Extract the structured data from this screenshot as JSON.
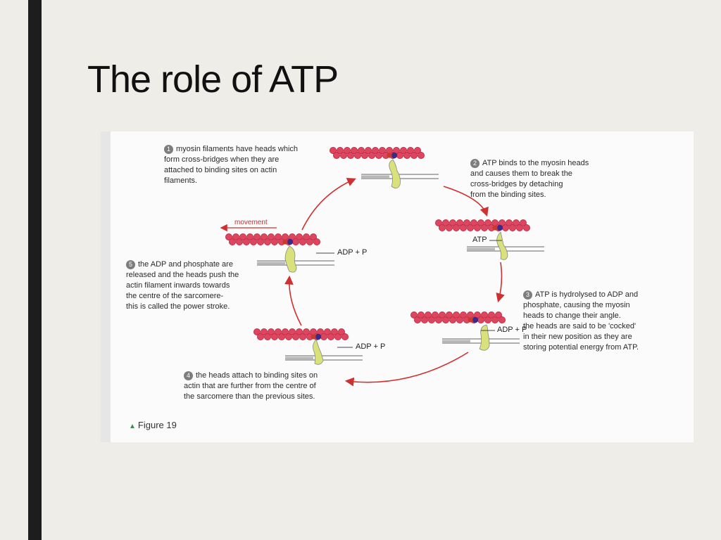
{
  "slide": {
    "title": "The role of ATP"
  },
  "figure": {
    "caption": "Figure 19",
    "movement_label": "movement",
    "steps": [
      {
        "num": "1",
        "lines": [
          "myosin filaments have heads which",
          "form cross-bridges when they are",
          "attached to binding sites on actin",
          "filaments."
        ]
      },
      {
        "num": "2",
        "lines": [
          "ATP binds to the myosin heads",
          "and causes them to break the",
          "cross-bridges by detaching",
          "from the binding sites."
        ]
      },
      {
        "num": "3",
        "lines": [
          "ATP is hydrolysed to ADP and",
          "phosphate, causing the myosin",
          "heads to change their angle.",
          "the heads are said to be 'cocked'",
          "in their new position as they are",
          "storing potential energy from ATP."
        ]
      },
      {
        "num": "4",
        "lines": [
          "the heads attach to binding sites on",
          "actin that are further from the centre of",
          "the sarcomere than the previous sites."
        ]
      },
      {
        "num": "5",
        "lines": [
          "the ADP and phosphate are",
          "released and the heads push the",
          "actin filament inwards towards",
          "the centre of the sarcomere-",
          "this is called the power stroke."
        ]
      }
    ],
    "molecule_labels": {
      "atp": "ATP",
      "adp_p_step3": "ADP + P",
      "adp_p_step4": "ADP + P",
      "adp_p_step5": "ADP + P"
    },
    "colors": {
      "actin": "#e0455f",
      "actin_outline": "#b32840",
      "binding_site": "#3a2a8a",
      "myosin_head": "#d9e27a",
      "arrow": "#d03030"
    }
  }
}
